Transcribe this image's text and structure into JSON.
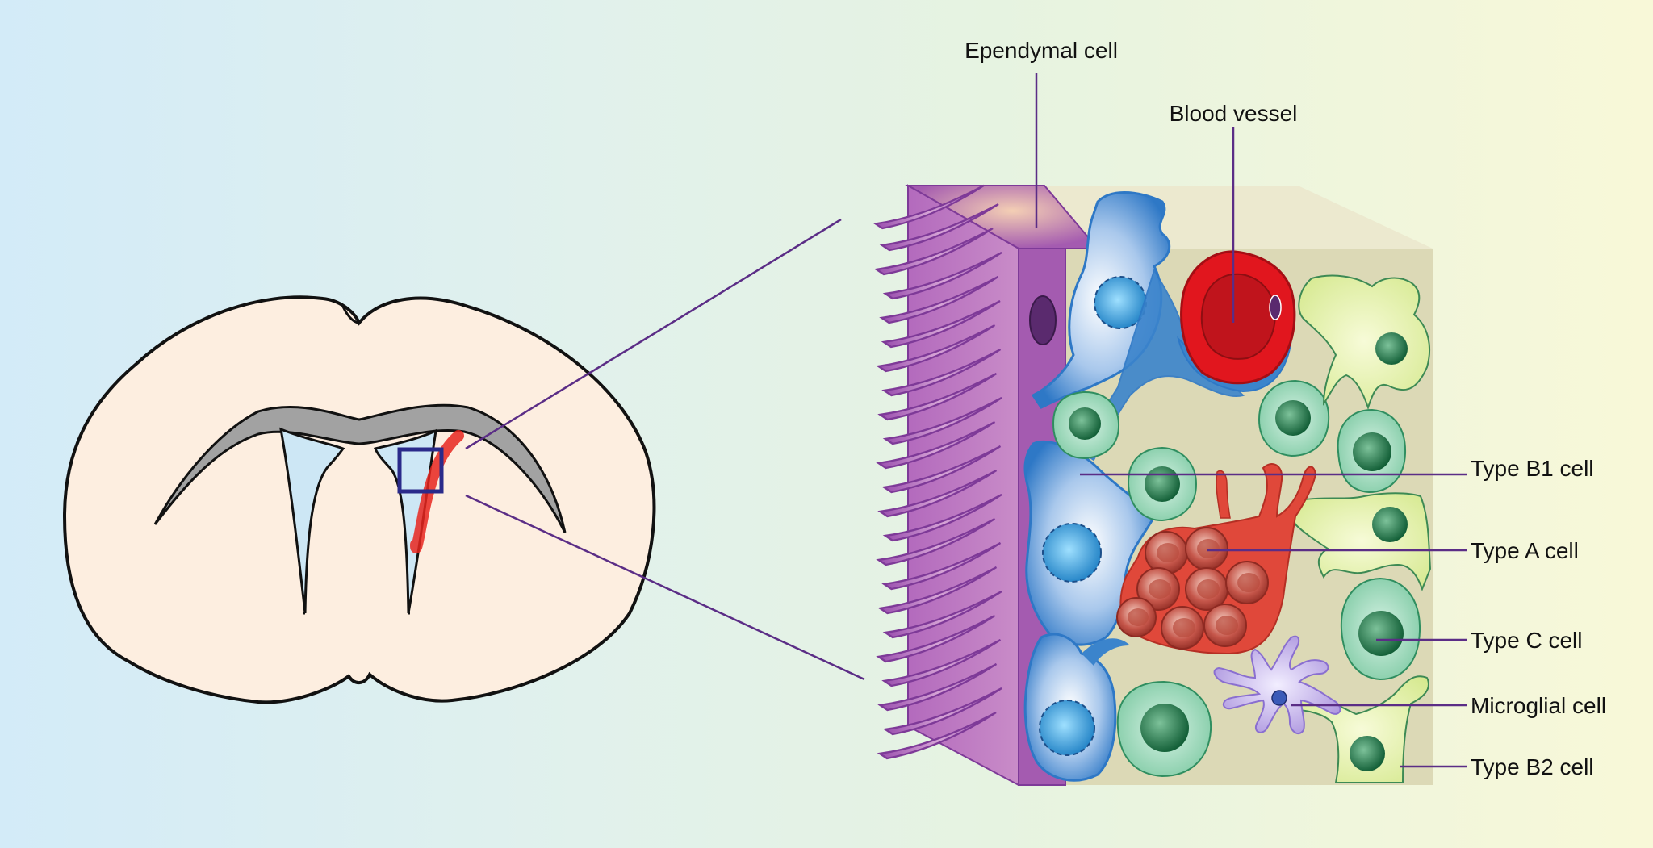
{
  "labels": {
    "ependymal": "Ependymal cell",
    "blood_vessel": "Blood vessel",
    "type_b1": "Type B1 cell",
    "type_a": "Type A cell",
    "type_c": "Type C cell",
    "microglial": "Microglial cell",
    "type_b2": "Type B2 cell"
  },
  "colors": {
    "leader_line": "#5b2d86",
    "ependymal": "#a45bb0",
    "type_b1": "#2e78c6",
    "type_a": "#d94434",
    "type_c": "#7fcaa4",
    "blood_vessel": "#e1161e",
    "microglial": "#b09ae0",
    "type_b2": "#dcec98",
    "tissue": "#dcd9b6",
    "brain": "#fdeee0",
    "ventricle": "#cde7f5",
    "corpus_callosum": "#a2a2a2",
    "rms_stream": "#e8261e",
    "zoom_box": "#2a2a8a"
  }
}
